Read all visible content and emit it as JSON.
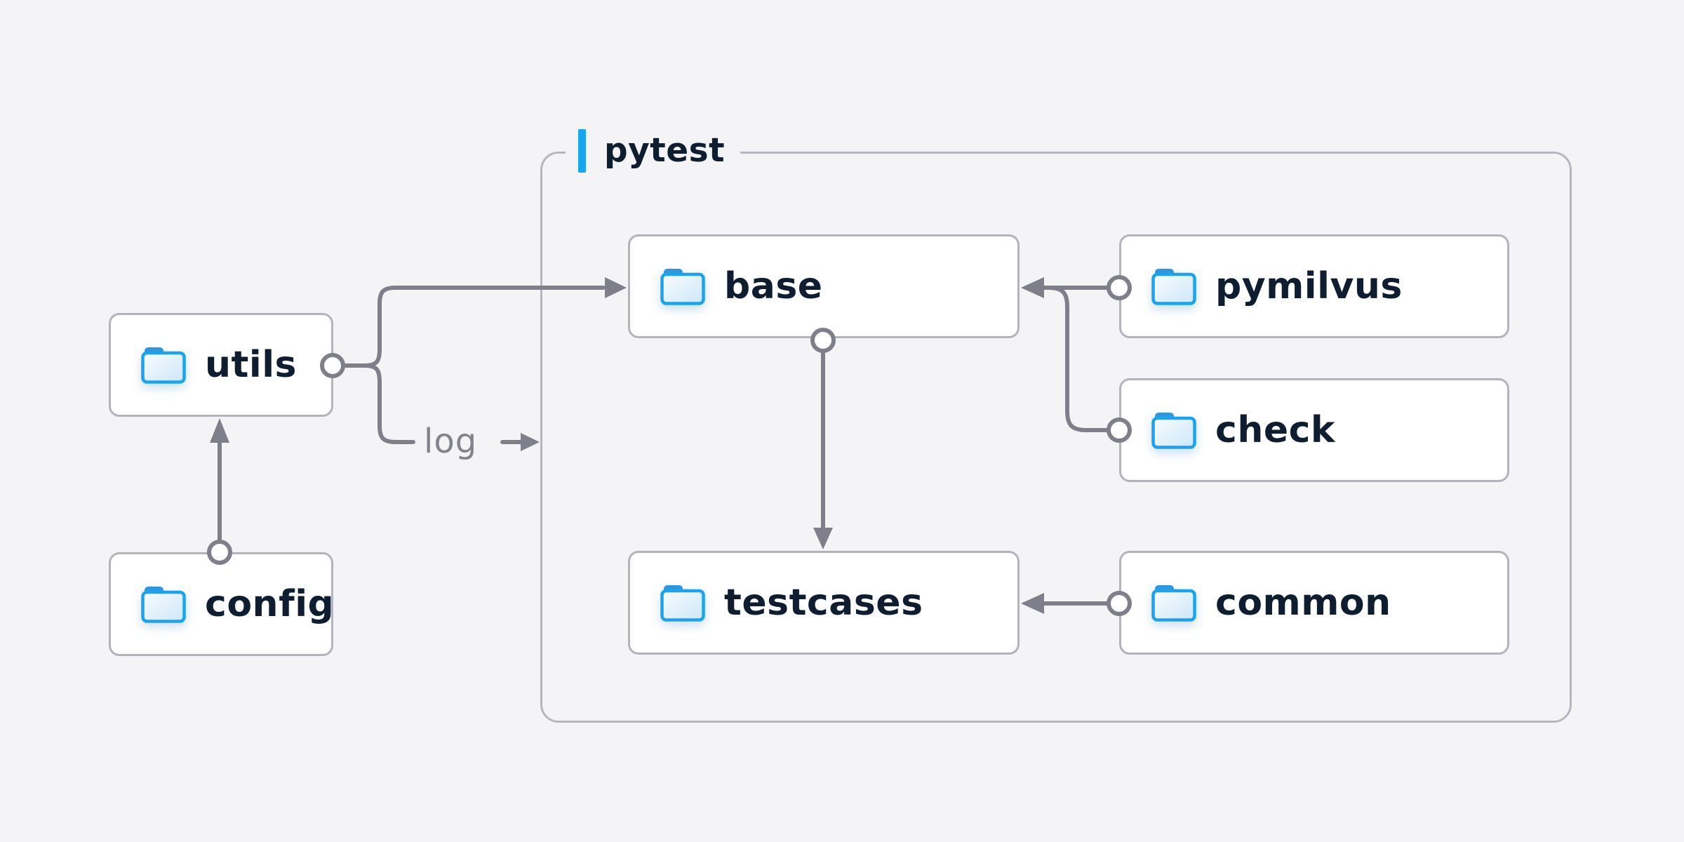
{
  "group": {
    "label": "pytest"
  },
  "nodes": {
    "utils": {
      "label": "utils",
      "icon": "folder-icon"
    },
    "config": {
      "label": "config",
      "icon": "folder-icon"
    },
    "base": {
      "label": "base",
      "icon": "folder-icon"
    },
    "pymilvus": {
      "label": "pymilvus",
      "icon": "folder-icon"
    },
    "check": {
      "label": "check",
      "icon": "folder-icon"
    },
    "testcases": {
      "label": "testcases",
      "icon": "folder-icon"
    },
    "common": {
      "label": "common",
      "icon": "folder-icon"
    }
  },
  "edges": {
    "log_label": "log",
    "connections": [
      {
        "from": "config",
        "to": "utils",
        "type": "arrow"
      },
      {
        "from": "utils",
        "to": "base",
        "type": "arrow"
      },
      {
        "from": "utils",
        "to": "pytest-group",
        "type": "labeled-arrow",
        "label": "log"
      },
      {
        "from": "pymilvus",
        "to": "base",
        "type": "arrow"
      },
      {
        "from": "check",
        "to": "base",
        "type": "arrow-merged"
      },
      {
        "from": "base",
        "to": "testcases",
        "type": "arrow"
      },
      {
        "from": "common",
        "to": "testcases",
        "type": "arrow"
      }
    ]
  },
  "colors": {
    "background": "#f4f4f6",
    "node_background": "#ffffff",
    "node_border": "#b3b3bd",
    "group_border": "#b6b6c0",
    "connector_gray": "#7f7f8b",
    "accent_blue": "#18a6f1",
    "folder_blue": "#1ba3ee",
    "folder_tab_blue": "#2f97dd",
    "label_dark": "#0f1d31",
    "edge_label_gray": "#83838d"
  }
}
